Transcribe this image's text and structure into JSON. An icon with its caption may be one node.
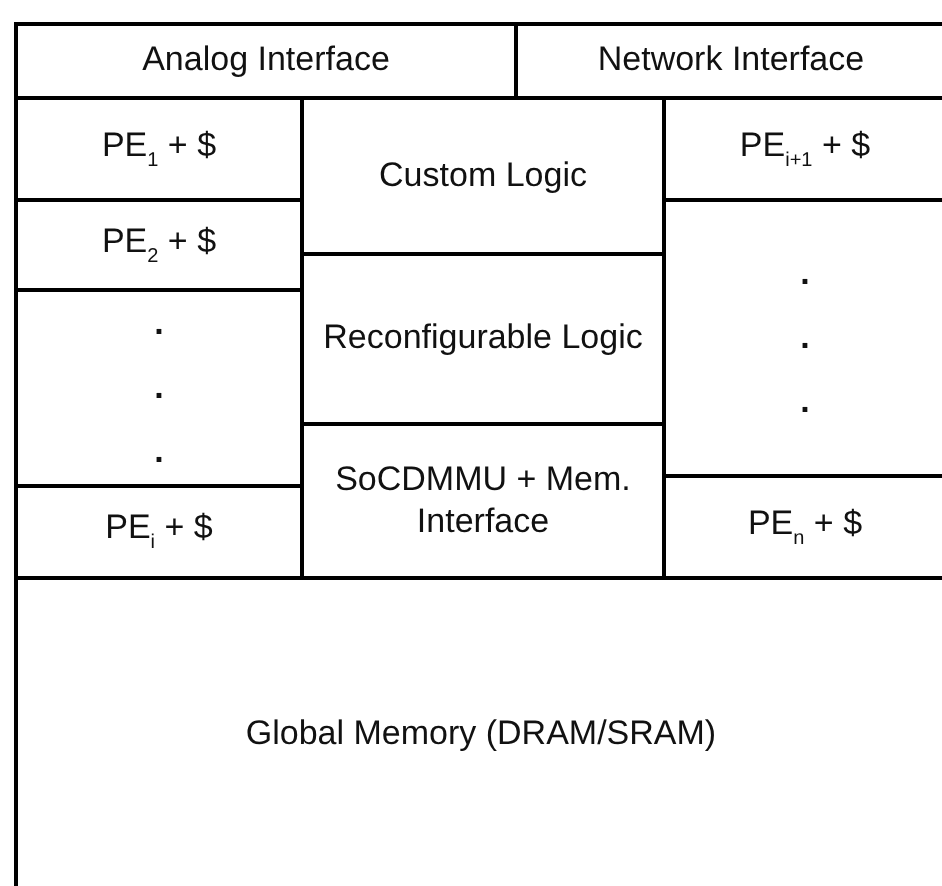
{
  "diagram": {
    "nodes": [
      {
        "text": [
          "Analog Interface"
        ]
      },
      {
        "text": [
          "Network Interface"
        ]
      },
      {
        "text": [
          "PE$_{1}$ + $"
        ]
      },
      {
        "text": [
          "PE$_{2}$ + $"
        ]
      },
      {
        "text": [
          ". . ."
        ]
      },
      {
        "text": [
          "PE$_{i}$ + $"
        ]
      },
      {
        "text": [
          "Custom Logic"
        ]
      },
      {
        "text": [
          "Reconfigurable Logic"
        ]
      },
      {
        "text": [
          "SoCDMMU + Mem. Interface"
        ]
      },
      {
        "text": [
          "PE$_{i+1}$ + $"
        ]
      },
      {
        "text": [
          ". . ."
        ]
      },
      {
        "text": [
          "PE$_{n}$ + $"
        ]
      },
      {
        "text": [
          "Global Memory (DRAM/SRAM)"
        ]
      }
    ]
  }
}
